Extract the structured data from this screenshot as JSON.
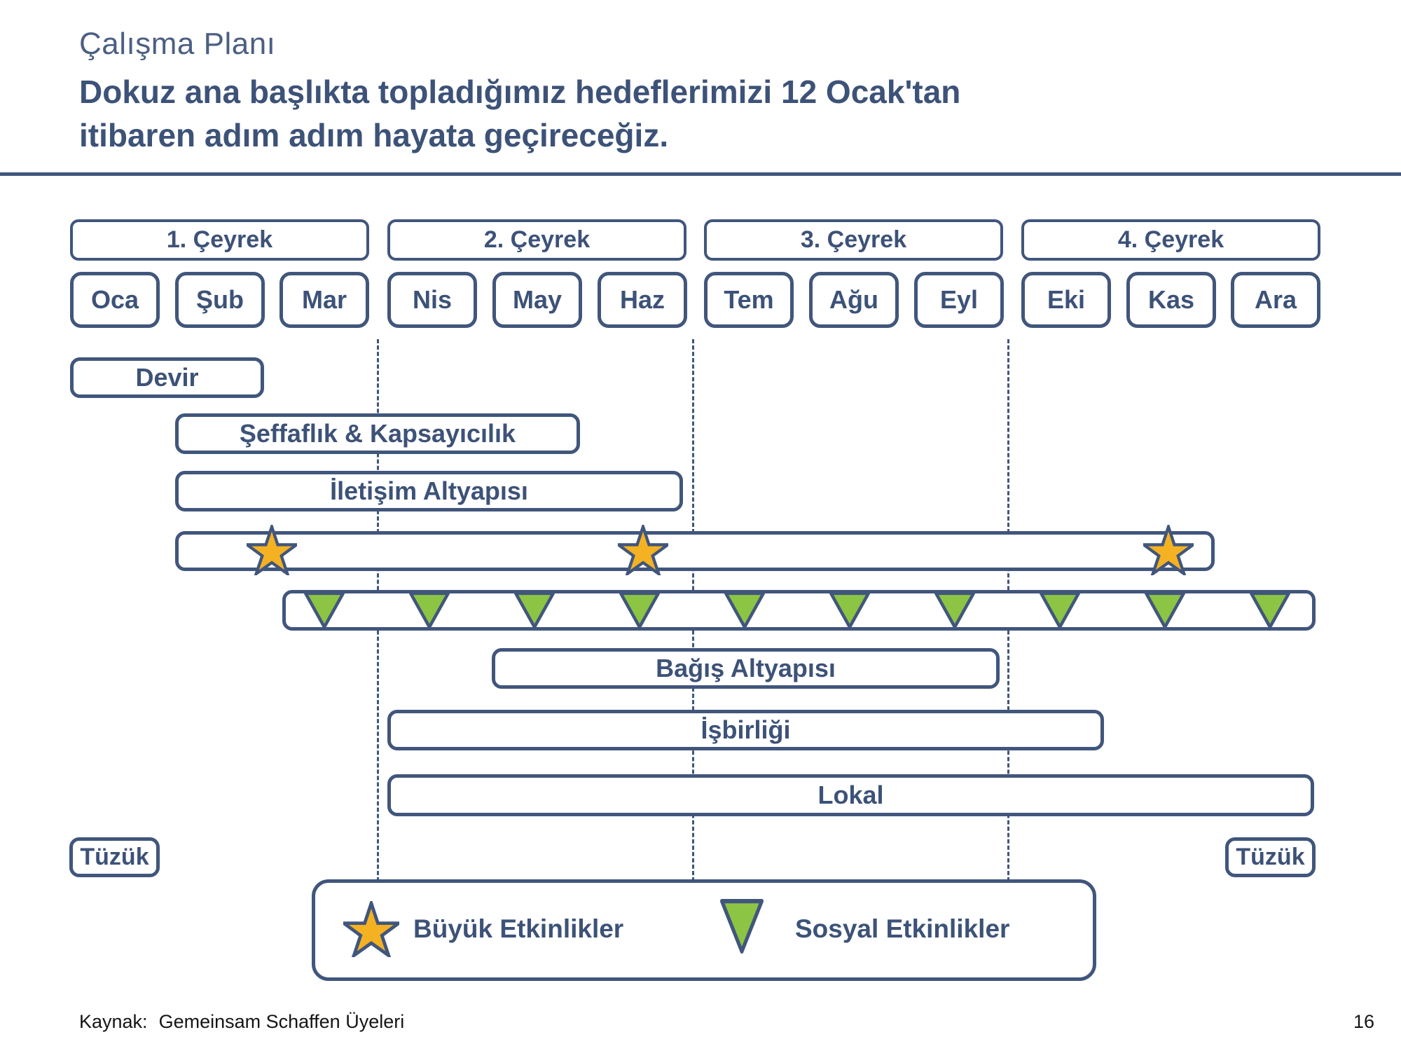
{
  "header": {
    "title": "Çalışma Planı",
    "subtitle_line1": "Dokuz ana başlıkta topladığımız hedeflerimizi 12 Ocak'tan",
    "subtitle_line2": "itibaren adım adım hayata geçireceğiz."
  },
  "timeline": {
    "quarters": [
      "1. Çeyrek",
      "2. Çeyrek",
      "3. Çeyrek",
      "4. Çeyrek"
    ],
    "months": [
      "Oca",
      "Şub",
      "Mar",
      "Nis",
      "May",
      "Haz",
      "Tem",
      "Ağu",
      "Eyl",
      "Eki",
      "Kas",
      "Ara"
    ]
  },
  "gantt": {
    "bars": [
      {
        "label": "Devir"
      },
      {
        "label": "Şeffaflık & Kapsayıcılık"
      },
      {
        "label": "İletişim Altyapısı"
      },
      {
        "label": ""
      },
      {
        "label": ""
      },
      {
        "label": "Bağış Altyapısı"
      },
      {
        "label": "İşbirliği"
      },
      {
        "label": "Lokal"
      },
      {
        "label": "Tüzük"
      },
      {
        "label": "Tüzük"
      }
    ],
    "major_event_marker_count": 3,
    "social_event_marker_count": 10
  },
  "legend": {
    "major_events": "Büyük Etkinlikler",
    "social_events": "Sosyal Etkinlikler"
  },
  "footer": {
    "source_label": "Kaynak:",
    "source_text": "Gemeinsam Schaffen Üyeleri",
    "page_number": "16"
  },
  "colors": {
    "primary_blue": "#41567c",
    "star_fill": "#F4B223",
    "triangle_fill": "#8CC544"
  }
}
